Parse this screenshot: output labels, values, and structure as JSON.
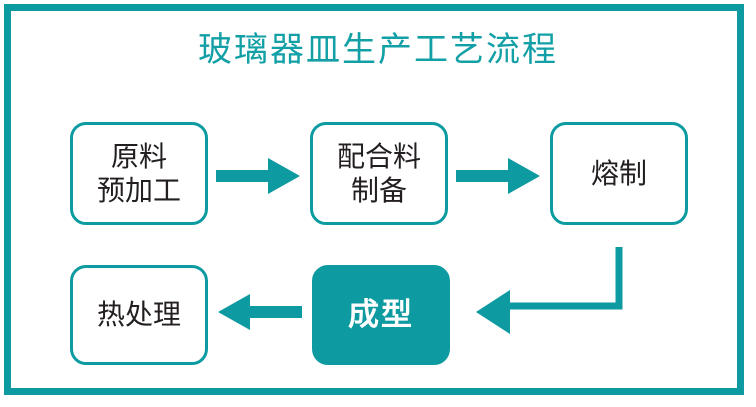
{
  "document": {
    "title": "玻璃器皿生产工艺流程",
    "frame_color": "#0d9aa0",
    "background_color": "#ffffff"
  },
  "theme": {
    "accent": "#0d9aa0",
    "accent_title": "#12a0a6",
    "text_dark": "#231f20",
    "text_on_accent": "#ffffff"
  },
  "flowchart": {
    "type": "process-flow",
    "nodes": [
      {
        "id": "raw-material",
        "label": "原料\n预加工",
        "style": "outline",
        "row": 1,
        "order": 1
      },
      {
        "id": "batch-preparation",
        "label": "配合料\n制备",
        "style": "outline",
        "row": 1,
        "order": 2
      },
      {
        "id": "melting",
        "label": "熔制",
        "style": "outline",
        "row": 1,
        "order": 3
      },
      {
        "id": "forming",
        "label": "成型",
        "style": "filled",
        "row": 2,
        "order": 4
      },
      {
        "id": "heat-treatment",
        "label": "热处理",
        "style": "outline",
        "row": 2,
        "order": 5
      }
    ],
    "connectors": [
      {
        "id": "raw-to-batch",
        "from": "raw-material",
        "to": "batch-preparation",
        "direction": "right",
        "shape": "straight"
      },
      {
        "id": "batch-to-melt",
        "from": "batch-preparation",
        "to": "melting",
        "direction": "right",
        "shape": "straight"
      },
      {
        "id": "melt-to-form",
        "from": "melting",
        "to": "forming",
        "direction": "left",
        "shape": "elbow"
      },
      {
        "id": "form-to-heat",
        "from": "forming",
        "to": "heat-treatment",
        "direction": "left",
        "shape": "straight"
      }
    ]
  }
}
